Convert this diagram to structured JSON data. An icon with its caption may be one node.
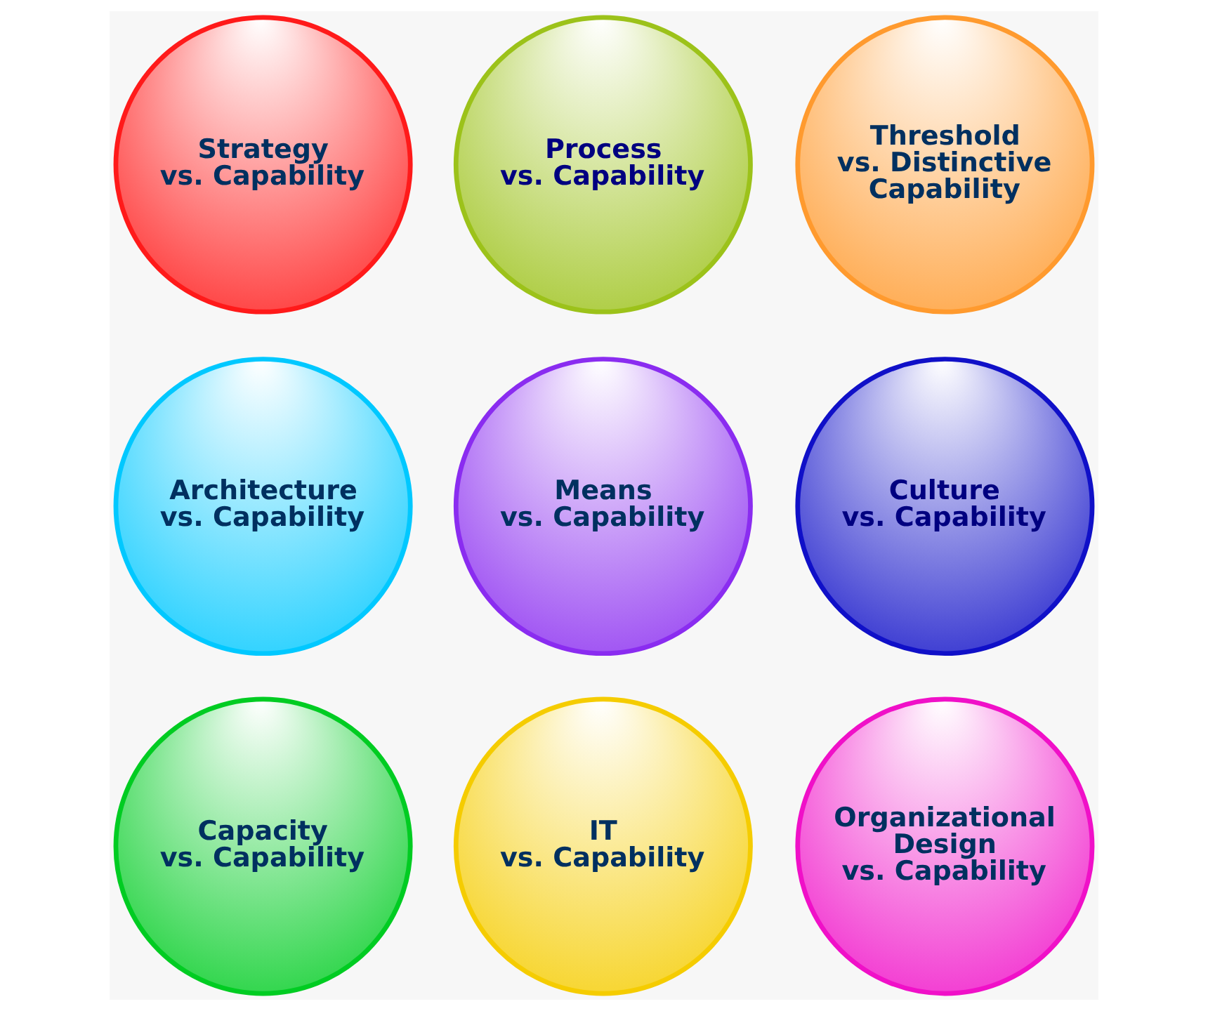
{
  "diagram": {
    "nodes": [
      {
        "text": [
          "Strategy vs. Capability"
        ]
      },
      {
        "text": [
          "Architecture vs. Capability"
        ]
      },
      {
        "text": [
          "Capacity vs. Capability"
        ]
      },
      {
        "text": [
          "Process vs. Capability"
        ]
      },
      {
        "text": [
          "Means vs. Capability"
        ]
      },
      {
        "text": [
          "IT vs. Capability"
        ]
      },
      {
        "text": [
          "Threshold vs. Distinctive Capability"
        ]
      },
      {
        "text": [
          "Culture vs. Capability"
        ]
      },
      {
        "text": [
          "Organizational Design vs. Capability"
        ]
      }
    ]
  }
}
